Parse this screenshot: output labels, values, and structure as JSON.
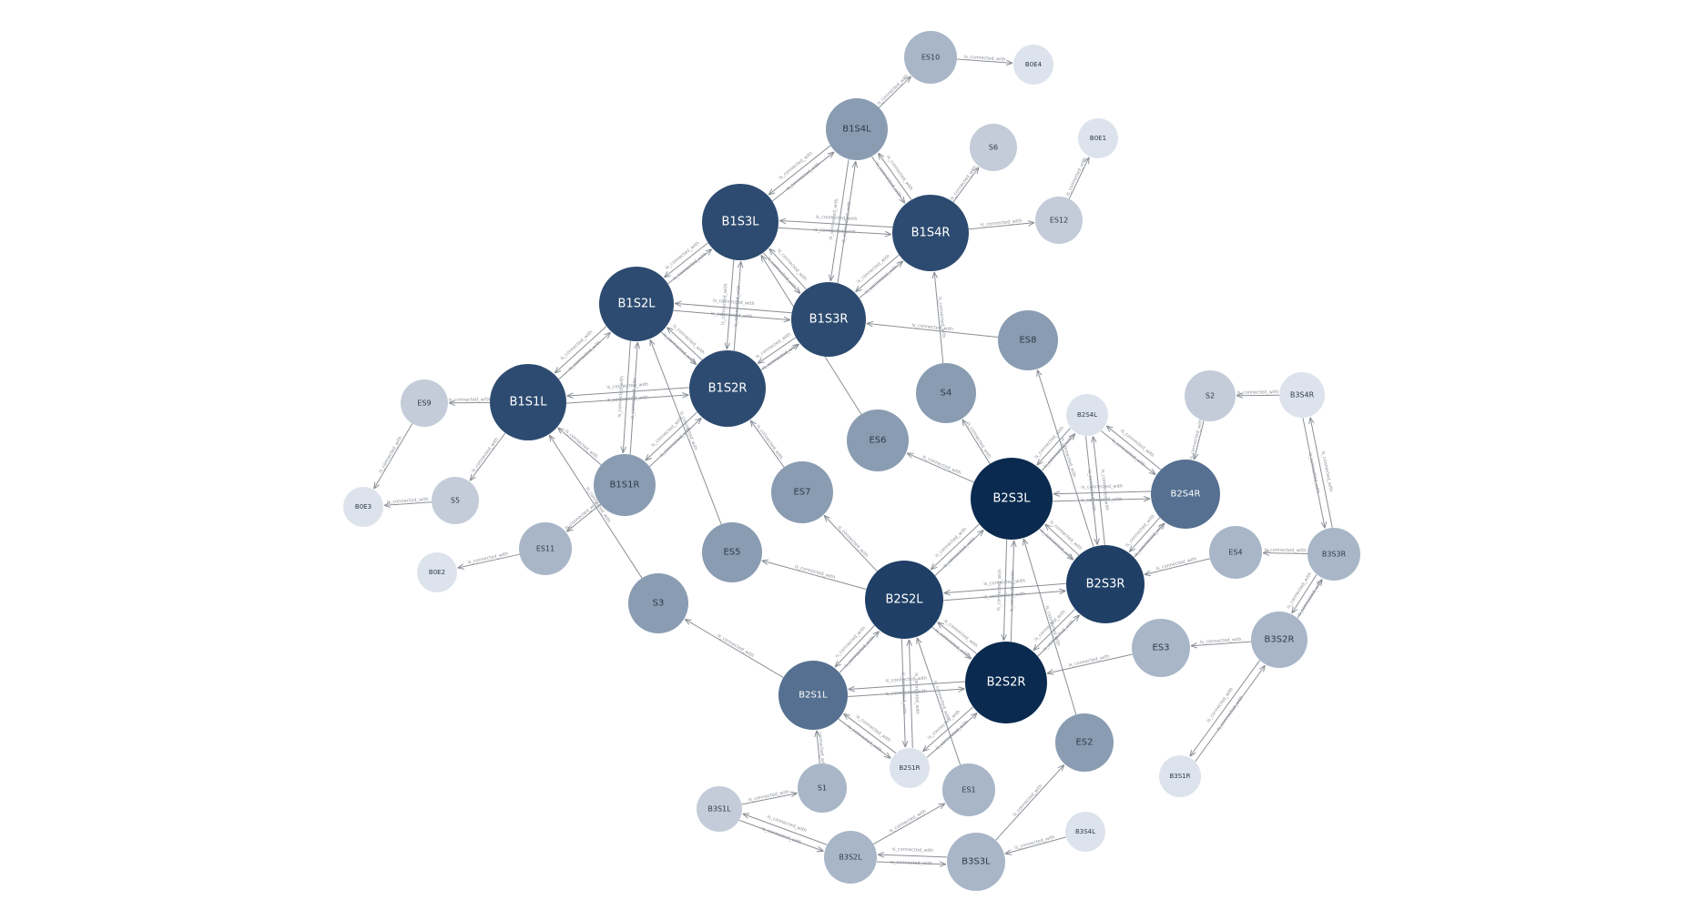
{
  "graph": {
    "edge_label": "is_connected_with",
    "palette": {
      "darkest": "#0a2a4f",
      "dark": "#1f3f66",
      "mid_dark": "#2d4b70",
      "mid": "#557090",
      "medium": "#8a9cb2",
      "light": "#a8b6c7",
      "lighter": "#c3ccd8",
      "lightest": "#dde3ec"
    },
    "nodes": [
      {
        "id": "B1S1L",
        "label": "B1S1L"
      },
      {
        "id": "B1S1R",
        "label": "B1S1R"
      },
      {
        "id": "B1S2L",
        "label": "B1S2L"
      },
      {
        "id": "B1S2R",
        "label": "B1S2R"
      },
      {
        "id": "B1S3L",
        "label": "B1S3L"
      },
      {
        "id": "B1S3R",
        "label": "B1S3R"
      },
      {
        "id": "B1S4L",
        "label": "B1S4L"
      },
      {
        "id": "B1S4R",
        "label": "B1S4R"
      },
      {
        "id": "ES10",
        "label": "ES10"
      },
      {
        "id": "B0E4",
        "label": "B0E4"
      },
      {
        "id": "S6",
        "label": "S6"
      },
      {
        "id": "B0E1",
        "label": "B0E1"
      },
      {
        "id": "ES12",
        "label": "ES12"
      },
      {
        "id": "ES8",
        "label": "ES8"
      },
      {
        "id": "S4",
        "label": "S4"
      },
      {
        "id": "ES6",
        "label": "ES6"
      },
      {
        "id": "ES9",
        "label": "ES9"
      },
      {
        "id": "B0E3",
        "label": "B0E3"
      },
      {
        "id": "S5",
        "label": "S5"
      },
      {
        "id": "ES11",
        "label": "ES11"
      },
      {
        "id": "B0E2",
        "label": "B0E2"
      },
      {
        "id": "ES7",
        "label": "ES7"
      },
      {
        "id": "ES5",
        "label": "ES5"
      },
      {
        "id": "S3",
        "label": "S3"
      },
      {
        "id": "B2S4L",
        "label": "B2S4L"
      },
      {
        "id": "S2",
        "label": "S2"
      },
      {
        "id": "B3S4R",
        "label": "B3S4R"
      },
      {
        "id": "B2S3L",
        "label": "B2S3L"
      },
      {
        "id": "B2S4R",
        "label": "B2S4R"
      },
      {
        "id": "B2S3R",
        "label": "B2S3R"
      },
      {
        "id": "ES4",
        "label": "ES4"
      },
      {
        "id": "B3S3R",
        "label": "B3S3R"
      },
      {
        "id": "B2S2L",
        "label": "B2S2L"
      },
      {
        "id": "B2S2R",
        "label": "B2S2R"
      },
      {
        "id": "ES3",
        "label": "ES3"
      },
      {
        "id": "B3S2R",
        "label": "B3S2R"
      },
      {
        "id": "B2S1L",
        "label": "B2S1L"
      },
      {
        "id": "B2S1R",
        "label": "B2S1R"
      },
      {
        "id": "ES1",
        "label": "ES1"
      },
      {
        "id": "ES2",
        "label": "ES2"
      },
      {
        "id": "S1",
        "label": "S1"
      },
      {
        "id": "B3S1L",
        "label": "B3S1L"
      },
      {
        "id": "B3S2L",
        "label": "B3S2L"
      },
      {
        "id": "B3S3L",
        "label": "B3S3L"
      },
      {
        "id": "B3S4L",
        "label": "B3S4L"
      },
      {
        "id": "B3S1R",
        "label": "B3S1R"
      }
    ],
    "edges": [
      {
        "from": "B1S1L",
        "to": "B1S2L"
      },
      {
        "from": "B1S2L",
        "to": "B1S1L"
      },
      {
        "from": "B1S1L",
        "to": "B1S2R"
      },
      {
        "from": "B1S2R",
        "to": "B1S1L"
      },
      {
        "from": "B1S1L",
        "to": "ES9"
      },
      {
        "from": "B1S1L",
        "to": "S5"
      },
      {
        "from": "B1S1R",
        "to": "B1S1L"
      },
      {
        "from": "B1S1R",
        "to": "B1S2L"
      },
      {
        "from": "B1S2L",
        "to": "B1S1R"
      },
      {
        "from": "B1S1R",
        "to": "B1S2R"
      },
      {
        "from": "B1S2R",
        "to": "B1S1R"
      },
      {
        "from": "B1S1R",
        "to": "ES11"
      },
      {
        "from": "B1S2L",
        "to": "B1S3L"
      },
      {
        "from": "B1S3L",
        "to": "B1S2L"
      },
      {
        "from": "B1S2L",
        "to": "B1S3R"
      },
      {
        "from": "B1S3R",
        "to": "B1S2L"
      },
      {
        "from": "B1S2L",
        "to": "B1S2R"
      },
      {
        "from": "B1S2R",
        "to": "B1S2L"
      },
      {
        "from": "B1S2R",
        "to": "B1S3L"
      },
      {
        "from": "B1S3L",
        "to": "B1S2R"
      },
      {
        "from": "B1S2R",
        "to": "B1S3R"
      },
      {
        "from": "B1S3R",
        "to": "B1S2R"
      },
      {
        "from": "B1S3L",
        "to": "B1S3R"
      },
      {
        "from": "B1S3R",
        "to": "B1S3L"
      },
      {
        "from": "B1S3L",
        "to": "B1S4L"
      },
      {
        "from": "B1S4L",
        "to": "B1S3L"
      },
      {
        "from": "B1S3L",
        "to": "B1S4R"
      },
      {
        "from": "B1S4R",
        "to": "B1S3L"
      },
      {
        "from": "B1S3R",
        "to": "B1S4L"
      },
      {
        "from": "B1S4L",
        "to": "B1S3R"
      },
      {
        "from": "B1S3R",
        "to": "B1S4R"
      },
      {
        "from": "B1S4R",
        "to": "B1S3R"
      },
      {
        "from": "B1S4L",
        "to": "B1S4R"
      },
      {
        "from": "B1S4R",
        "to": "B1S4L"
      },
      {
        "from": "B1S4L",
        "to": "ES10"
      },
      {
        "from": "ES10",
        "to": "B0E4"
      },
      {
        "from": "B1S4R",
        "to": "S6"
      },
      {
        "from": "B1S4R",
        "to": "ES12"
      },
      {
        "from": "ES12",
        "to": "B0E1"
      },
      {
        "from": "ES8",
        "to": "B1S3R"
      },
      {
        "from": "S4",
        "to": "B1S4R"
      },
      {
        "from": "ES6",
        "to": "B1S3L"
      },
      {
        "from": "ES9",
        "to": "B0E3"
      },
      {
        "from": "S5",
        "to": "B0E3"
      },
      {
        "from": "ES11",
        "to": "B0E2"
      },
      {
        "from": "ES7",
        "to": "B1S2R"
      },
      {
        "from": "ES5",
        "to": "B1S2L"
      },
      {
        "from": "S3",
        "to": "B1S1L"
      },
      {
        "from": "B2S3L",
        "to": "B2S4L"
      },
      {
        "from": "B2S4L",
        "to": "B2S3L"
      },
      {
        "from": "B2S3L",
        "to": "B2S4R"
      },
      {
        "from": "B2S4R",
        "to": "B2S3L"
      },
      {
        "from": "B2S3L",
        "to": "B2S3R"
      },
      {
        "from": "B2S3R",
        "to": "B2S3L"
      },
      {
        "from": "B2S3L",
        "to": "ES6"
      },
      {
        "from": "B2S3L",
        "to": "S4"
      },
      {
        "from": "B2S3R",
        "to": "B2S4L"
      },
      {
        "from": "B2S4L",
        "to": "B2S3R"
      },
      {
        "from": "B2S3R",
        "to": "B2S4R"
      },
      {
        "from": "B2S4R",
        "to": "B2S3R"
      },
      {
        "from": "B2S4L",
        "to": "B2S4R"
      },
      {
        "from": "B2S4R",
        "to": "B2S4L"
      },
      {
        "from": "B2S3R",
        "to": "ES8"
      },
      {
        "from": "S2",
        "to": "B2S4R"
      },
      {
        "from": "B3S4R",
        "to": "S2"
      },
      {
        "from": "B3S4R",
        "to": "B3S3R"
      },
      {
        "from": "B3S3R",
        "to": "B3S4R"
      },
      {
        "from": "B3S3R",
        "to": "ES4"
      },
      {
        "from": "B3S3R",
        "to": "B3S2R"
      },
      {
        "from": "B3S2R",
        "to": "B3S3R"
      },
      {
        "from": "ES4",
        "to": "B2S3R"
      },
      {
        "from": "B3S2R",
        "to": "ES3"
      },
      {
        "from": "B3S2R",
        "to": "B3S1R"
      },
      {
        "from": "B3S1R",
        "to": "B3S2R"
      },
      {
        "from": "ES3",
        "to": "B2S2R"
      },
      {
        "from": "B2S2L",
        "to": "B2S3L"
      },
      {
        "from": "B2S3L",
        "to": "B2S2L"
      },
      {
        "from": "B2S2L",
        "to": "B2S3R"
      },
      {
        "from": "B2S3R",
        "to": "B2S2L"
      },
      {
        "from": "B2S2L",
        "to": "B2S2R"
      },
      {
        "from": "B2S2R",
        "to": "B2S2L"
      },
      {
        "from": "B2S2R",
        "to": "B2S3L"
      },
      {
        "from": "B2S3L",
        "to": "B2S2R"
      },
      {
        "from": "B2S2R",
        "to": "B2S3R"
      },
      {
        "from": "B2S3R",
        "to": "B2S2R"
      },
      {
        "from": "B2S2L",
        "to": "ES5"
      },
      {
        "from": "B2S2L",
        "to": "ES7"
      },
      {
        "from": "B2S1L",
        "to": "B2S2L"
      },
      {
        "from": "B2S2L",
        "to": "B2S1L"
      },
      {
        "from": "B2S1L",
        "to": "B2S2R"
      },
      {
        "from": "B2S2R",
        "to": "B2S1L"
      },
      {
        "from": "B2S1L",
        "to": "S3"
      },
      {
        "from": "B2S1L",
        "to": "B2S1R"
      },
      {
        "from": "B2S1R",
        "to": "B2S1L"
      },
      {
        "from": "B2S1R",
        "to": "B2S2L"
      },
      {
        "from": "B2S2L",
        "to": "B2S1R"
      },
      {
        "from": "B2S1R",
        "to": "B2S2R"
      },
      {
        "from": "B2S2R",
        "to": "B2S1R"
      },
      {
        "from": "ES1",
        "to": "B2S2L"
      },
      {
        "from": "ES2",
        "to": "B2S3L"
      },
      {
        "from": "S1",
        "to": "B2S1L"
      },
      {
        "from": "B3S1L",
        "to": "S1"
      },
      {
        "from": "B3S1L",
        "to": "B3S2L"
      },
      {
        "from": "B3S2L",
        "to": "B3S1L"
      },
      {
        "from": "B3S2L",
        "to": "ES1"
      },
      {
        "from": "B3S2L",
        "to": "B3S3L"
      },
      {
        "from": "B3S3L",
        "to": "B3S2L"
      },
      {
        "from": "B3S3L",
        "to": "ES2"
      },
      {
        "from": "B3S4L",
        "to": "B3S3L"
      }
    ]
  }
}
